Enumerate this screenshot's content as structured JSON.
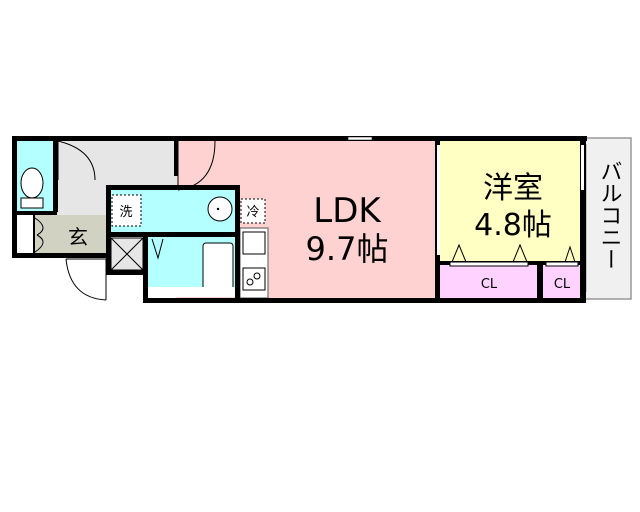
{
  "floor_plan": {
    "rooms": {
      "ldk": {
        "name": "LDK",
        "size": "9.7帖"
      },
      "western_room": {
        "name": "洋室",
        "size": "4.8帖"
      },
      "closet_1": {
        "name": "CL"
      },
      "closet_2": {
        "name": "CL"
      },
      "balcony": {
        "name": "バルコニー"
      },
      "entrance": {
        "name": "玄"
      },
      "washer": {
        "name": "洗"
      },
      "fridge": {
        "name": "冷"
      }
    },
    "colors": {
      "ldk": "#ffd2d2",
      "western_room": "#ffffc3",
      "closet": "#ffd2ff",
      "wet_area": "#b4ffff",
      "hallway": "#e6e6e6",
      "entrance": "#d2d2c3",
      "balcony": "#f0f0f0",
      "wall": "#000000"
    }
  }
}
